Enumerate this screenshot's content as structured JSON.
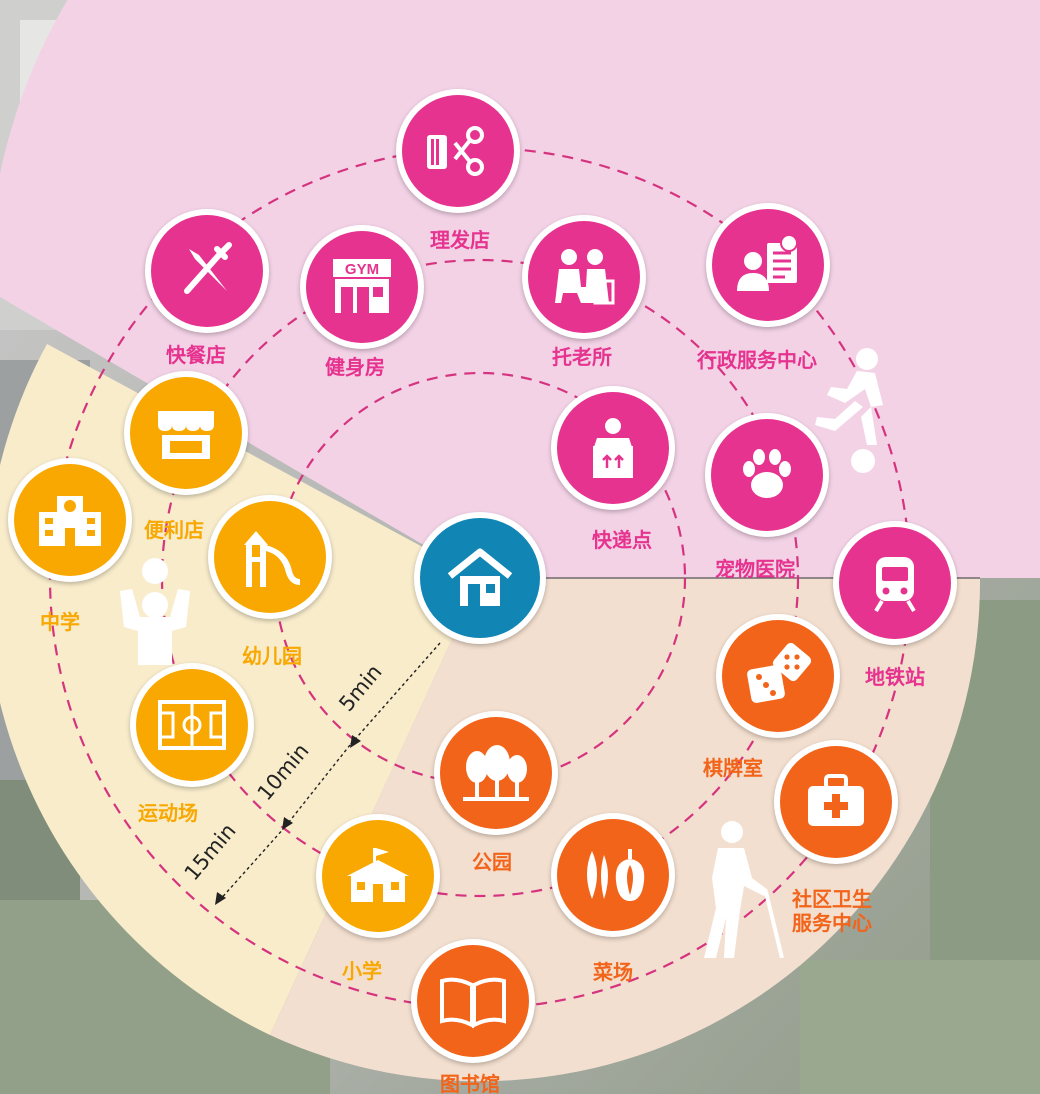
{
  "colors": {
    "pink": "#e6338f",
    "yellow": "#f8a800",
    "orange": "#f2641a",
    "teal": "#1186b5",
    "pink_zone": "#f3d2e6",
    "yellow_zone": "#f8eccb",
    "orange_zone": "#f3dfcf",
    "dash": "#d6337f"
  },
  "center": {
    "icon": "house-icon"
  },
  "rings": {
    "r5": "5min",
    "r10": "10min",
    "r15": "15min"
  },
  "pois": [
    {
      "id": "barber",
      "label": "理发店",
      "icon": "comb-scissors-icon",
      "zone": "pink"
    },
    {
      "id": "fastfood",
      "label": "快餐店",
      "icon": "fork-knife-icon",
      "zone": "pink"
    },
    {
      "id": "gym",
      "label": "健身房",
      "icon": "gym-icon",
      "zone": "pink"
    },
    {
      "id": "eldercare",
      "label": "托老所",
      "icon": "elder-care-icon",
      "zone": "pink"
    },
    {
      "id": "admin",
      "label": "行政服务中心",
      "icon": "admin-service-icon",
      "zone": "pink"
    },
    {
      "id": "express",
      "label": "快递点",
      "icon": "parcel-icon",
      "zone": "pink"
    },
    {
      "id": "pet",
      "label": "宠物医院",
      "icon": "paw-icon",
      "zone": "pink"
    },
    {
      "id": "metro",
      "label": "地铁站",
      "icon": "metro-train-icon",
      "zone": "pink"
    },
    {
      "id": "store",
      "label": "便利店",
      "icon": "shop-icon",
      "zone": "yellow"
    },
    {
      "id": "middle",
      "label": "中学",
      "icon": "school-building-icon",
      "zone": "yellow"
    },
    {
      "id": "kinder",
      "label": "幼儿园",
      "icon": "playground-slide-icon",
      "zone": "yellow"
    },
    {
      "id": "sports",
      "label": "运动场",
      "icon": "basketball-court-icon",
      "zone": "yellow"
    },
    {
      "id": "primary",
      "label": "小学",
      "icon": "schoolhouse-icon",
      "zone": "yellow"
    },
    {
      "id": "park",
      "label": "公园",
      "icon": "trees-icon",
      "zone": "orange"
    },
    {
      "id": "chess",
      "label": "棋牌室",
      "icon": "dice-icon",
      "zone": "orange"
    },
    {
      "id": "clinic",
      "label": "社区卫生\n服务中心",
      "label_line1": "社区卫生",
      "label_line2": "服务中心",
      "icon": "medical-kit-icon",
      "zone": "orange"
    },
    {
      "id": "market",
      "label": "菜场",
      "icon": "vegetables-icon",
      "zone": "orange"
    },
    {
      "id": "library",
      "label": "图书馆",
      "icon": "open-book-icon",
      "zone": "orange"
    }
  ]
}
